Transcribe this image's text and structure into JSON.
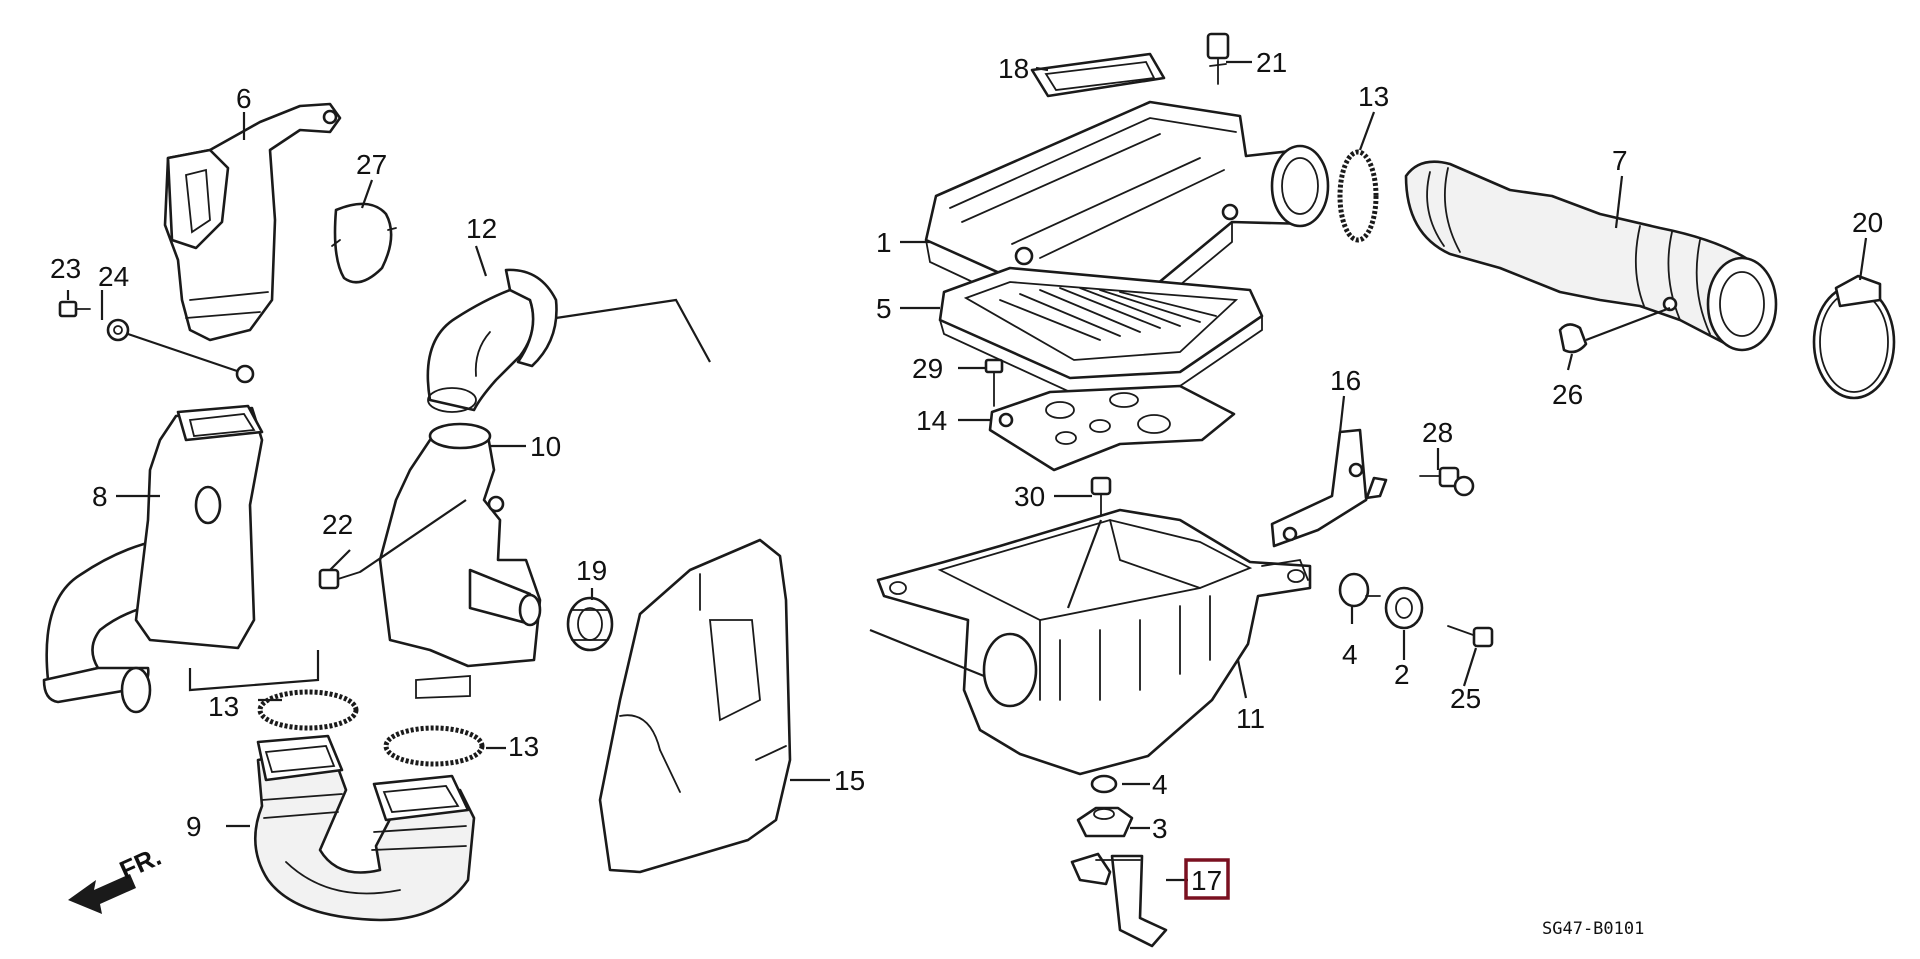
{
  "diagram": {
    "drawing_code": "SG47-B0101",
    "direction_arrow": {
      "label": "FR.",
      "icon": "front-direction-arrow-icon"
    },
    "highlighted_callout": "17",
    "highlight_color": "#7a1020",
    "callouts": {
      "c1": "1",
      "c2": "2",
      "c3": "3",
      "c4a": "4",
      "c4b": "4",
      "c5": "5",
      "c6": "6",
      "c7": "7",
      "c8": "8",
      "c9": "9",
      "c10": "10",
      "c11": "11",
      "c12": "12",
      "c13a": "13",
      "c13b": "13",
      "c13c": "13",
      "c14": "14",
      "c15": "15",
      "c16": "16",
      "c17": "17",
      "c18": "18",
      "c19": "19",
      "c20": "20",
      "c21": "21",
      "c22": "22",
      "c23": "23",
      "c24": "24",
      "c25": "25",
      "c26": "26",
      "c27": "27",
      "c28": "28",
      "c29": "29",
      "c30": "30"
    }
  }
}
